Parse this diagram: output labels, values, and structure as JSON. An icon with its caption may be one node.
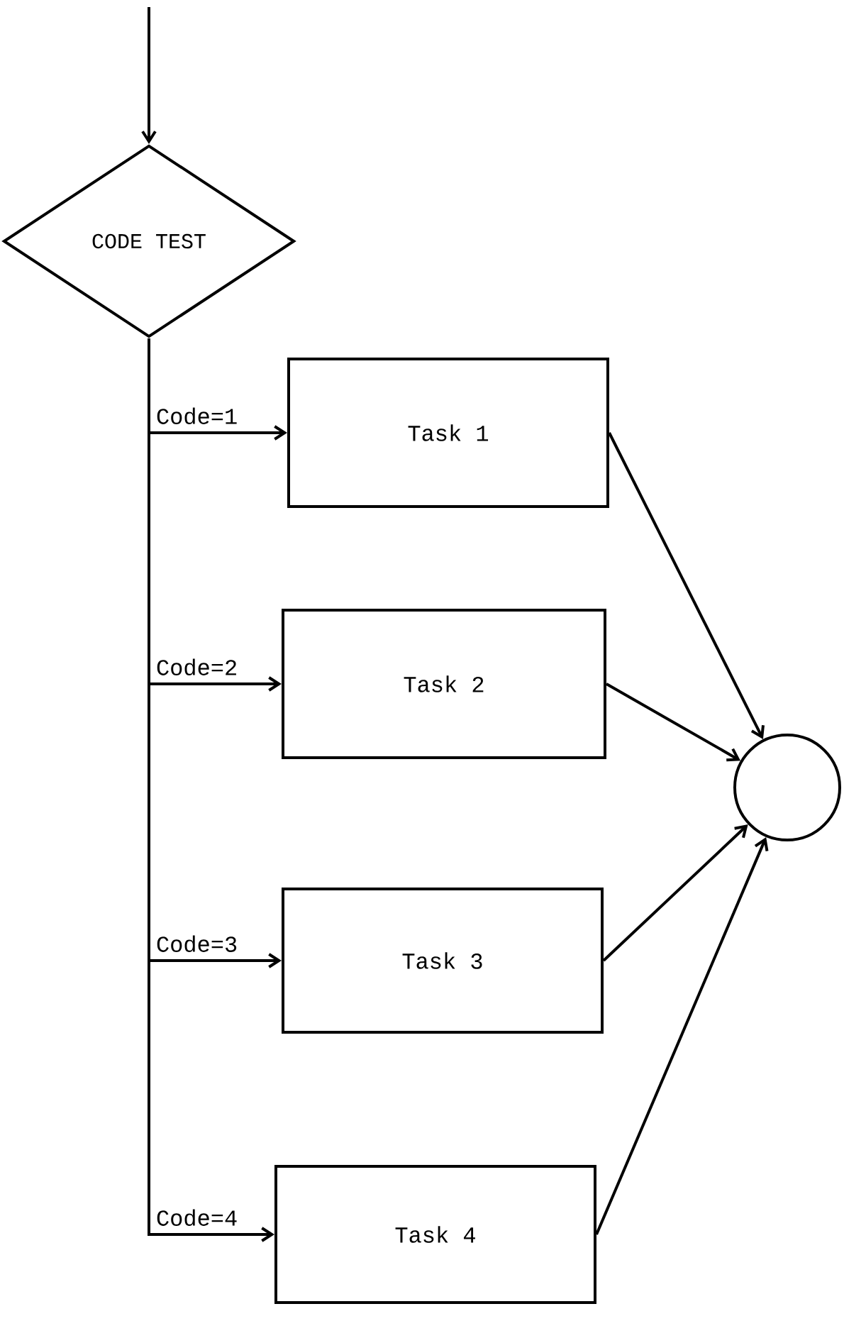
{
  "diagram": {
    "nodes": [
      {
        "text": [
          "CODE TEST"
        ]
      },
      {
        "text": [
          "Task 1"
        ]
      },
      {
        "text": [
          "Task 2"
        ]
      },
      {
        "text": [
          "Task 3"
        ]
      },
      {
        "text": [
          "Task 4"
        ]
      },
      {
        "text": [],
        "shape": "circle"
      }
    ],
    "edges": [
      {
        "from": null,
        "to": 0,
        "arrow": "to"
      },
      {
        "from": 0,
        "to": 1,
        "arrow": "to",
        "label": "Code=1"
      },
      {
        "from": 0,
        "to": 2,
        "arrow": "to",
        "label": "Code=2"
      },
      {
        "from": 0,
        "to": 3,
        "arrow": "to",
        "label": "Code=3"
      },
      {
        "from": 0,
        "to": 4,
        "arrow": "to",
        "label": "Code=4"
      },
      {
        "from": 1,
        "to": 5,
        "arrow": "to"
      },
      {
        "from": 2,
        "to": 5,
        "arrow": "to"
      },
      {
        "from": 3,
        "to": 5,
        "arrow": "to"
      },
      {
        "from": 4,
        "to": 5,
        "arrow": "to"
      }
    ]
  }
}
